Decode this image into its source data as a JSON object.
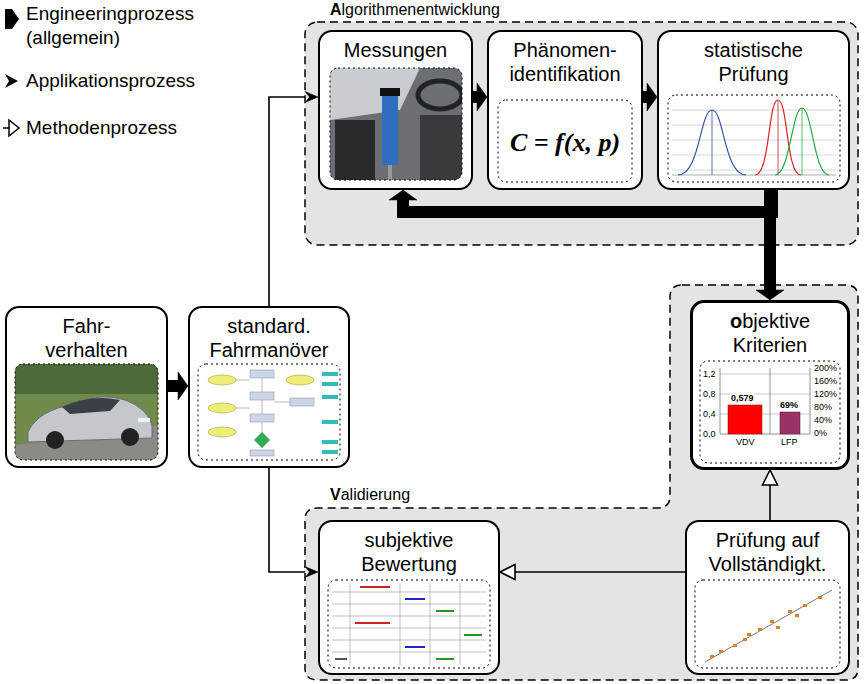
{
  "diagram": {
    "nodes": [
      {
        "text": [
          "Algorithmenentwicklung"
        ]
      },
      {
        "text": [
          "Messungen"
        ],
        "in": 0
      },
      {
        "text": [
          "Phänomen- identifikation",
          "C = f(x, p)"
        ],
        "in": 0
      },
      {
        "text": [
          "statistische Prüfung"
        ],
        "in": 0
      },
      {
        "text": [
          "Fahr- verhalten"
        ]
      },
      {
        "text": [
          "standard. Fahrmanöver"
        ]
      },
      {
        "text": [
          "Validierung"
        ]
      },
      {
        "text": [
          "objektive Kriterien"
        ],
        "in": 6
      },
      {
        "text": [
          "subjektive Bewertung"
        ],
        "in": 6
      },
      {
        "text": [
          "Prüfung auf Vollständigkt."
        ],
        "in": 6
      }
    ],
    "edges": [
      {
        "from": 4,
        "to": 5,
        "arrow": "to"
      },
      {
        "from": 5,
        "to": 1,
        "arrow": "to"
      },
      {
        "from": 5,
        "to": 8,
        "arrow": "to"
      },
      {
        "from": 1,
        "to": 2,
        "arrow": "to"
      },
      {
        "from": 2,
        "to": 3,
        "arrow": "to"
      },
      {
        "from": 3,
        "to": 1,
        "arrow": "to"
      },
      {
        "from": 3,
        "to": 7,
        "arrow": "to"
      },
      {
        "from": 9,
        "to": 7,
        "arrow": "to"
      },
      {
        "from": 9,
        "to": 8,
        "arrow": "to"
      }
    ],
    "labels": [
      "1,2",
      "0,8",
      "0,4",
      "0,0",
      "200%",
      "160%",
      "120%",
      "80%",
      "40%",
      "0%",
      "0,579",
      "69%",
      "VDV",
      "LFP"
    ],
    "legend": [
      {
        "text": "Engineeringprozess (allgemein)"
      },
      {
        "text": "Applikationsprozess"
      },
      {
        "text": "Methodenprozess"
      }
    ]
  }
}
